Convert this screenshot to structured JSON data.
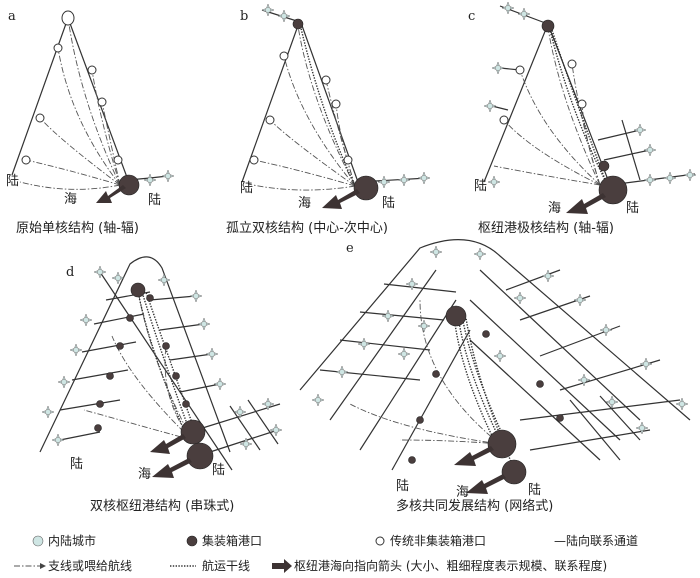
{
  "panels": [
    {
      "letter": "a",
      "caption": "原始单核结构 (轴-辐)"
    },
    {
      "letter": "b",
      "caption": "孤立双核结构 (中心-次中心)"
    },
    {
      "letter": "c",
      "caption": "枢纽港极核结构 (轴-辐)"
    },
    {
      "letter": "d",
      "caption": "双核枢纽港结构 (串珠式)"
    },
    {
      "letter": "e",
      "caption": "多核共同发展结构 (网络式)"
    }
  ],
  "geo_labels": {
    "land": "陆",
    "sea": "海"
  },
  "legend": {
    "inland_city": "内陆城市",
    "container_port": "集装箱港口",
    "traditional_port": "传统非集装箱港口",
    "land_corridor": "—陆向联系通道",
    "feeder_route": "支线或喂给航线",
    "trunk_route": "航运干线",
    "hub_arrow": "枢纽港海向指向箭头 (大小、粗细程度表示规模、联系程度)"
  },
  "colors": {
    "port": "#4a3e3e",
    "city": "#cfe6e4",
    "line": "#333333"
  }
}
